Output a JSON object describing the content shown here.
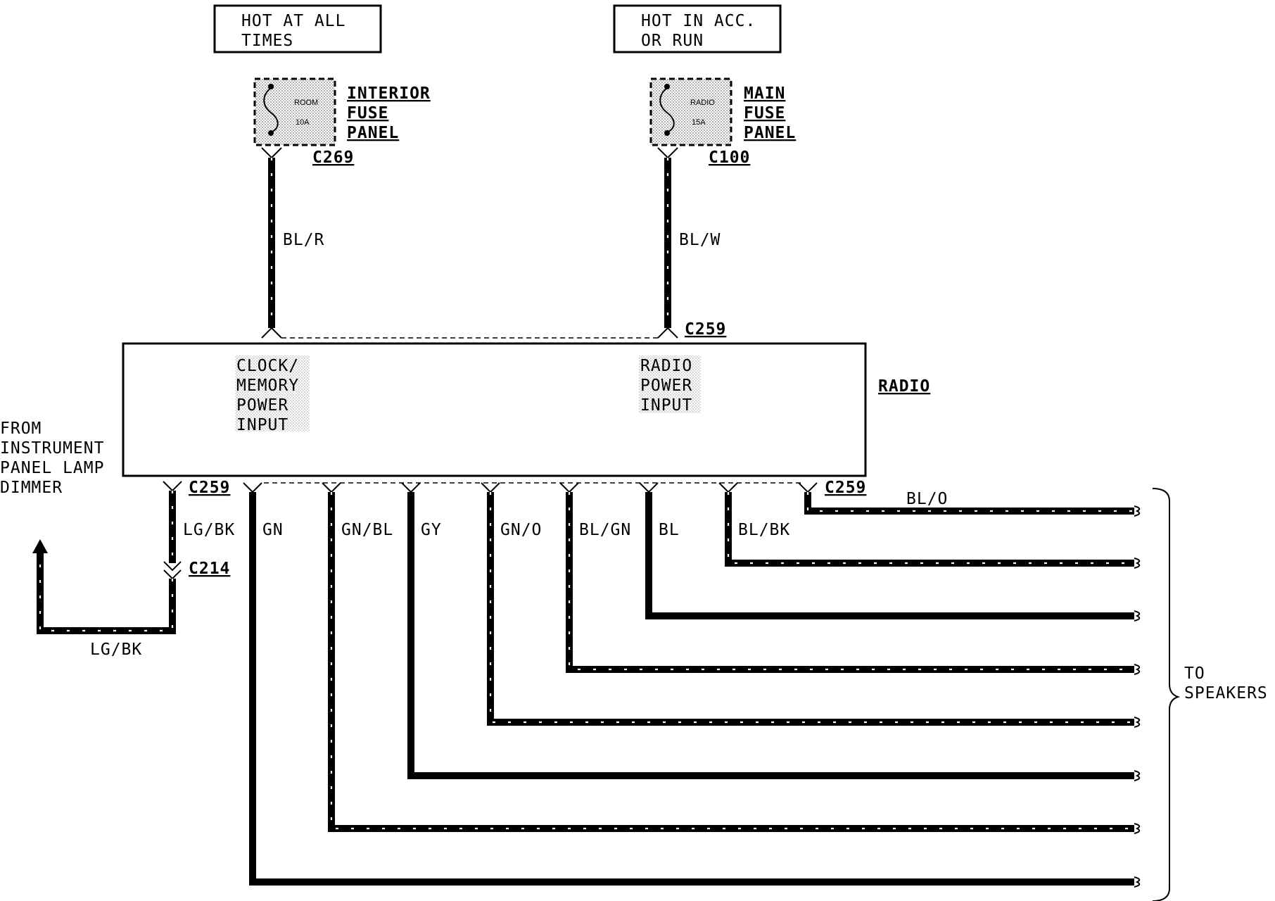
{
  "power_sources": {
    "always": "HOT AT ALL TIMES",
    "acc": "HOT IN ACC. OR RUN"
  },
  "fuses": {
    "interior": {
      "name": "ROOM",
      "rating": "10A",
      "panel": "INTERIOR FUSE PANEL"
    },
    "main": {
      "name": "RADIO",
      "rating": "15A",
      "panel": "MAIN FUSE PANEL"
    }
  },
  "connectors": {
    "c269": "C269",
    "c100": "C100",
    "c259_top": "C259",
    "c259_left": "C259",
    "c259_right": "C259",
    "c214": "C214"
  },
  "wires_top": {
    "left": "BL/R",
    "right": "BL/W"
  },
  "radio": {
    "label": "RADIO",
    "clock_input": "CLOCK/ MEMORY POWER INPUT",
    "power_input": "RADIO POWER INPUT"
  },
  "dimmer": {
    "from_label": "FROM INSTRUMENT PANEL LAMP DIMMER",
    "wire_vertical": "LG/BK",
    "wire_bottom": "LG/BK"
  },
  "speaker_wires": [
    {
      "label": "GN",
      "striped": false
    },
    {
      "label": "GN/BL",
      "striped": true
    },
    {
      "label": "GY",
      "striped": false
    },
    {
      "label": "GN/O",
      "striped": true
    },
    {
      "label": "BL/GN",
      "striped": true
    },
    {
      "label": "BL",
      "striped": false
    },
    {
      "label": "BL/BK",
      "striped": true
    },
    {
      "label": "BL/O",
      "striped": true
    }
  ],
  "to_speakers": "TO SPEAKERS"
}
